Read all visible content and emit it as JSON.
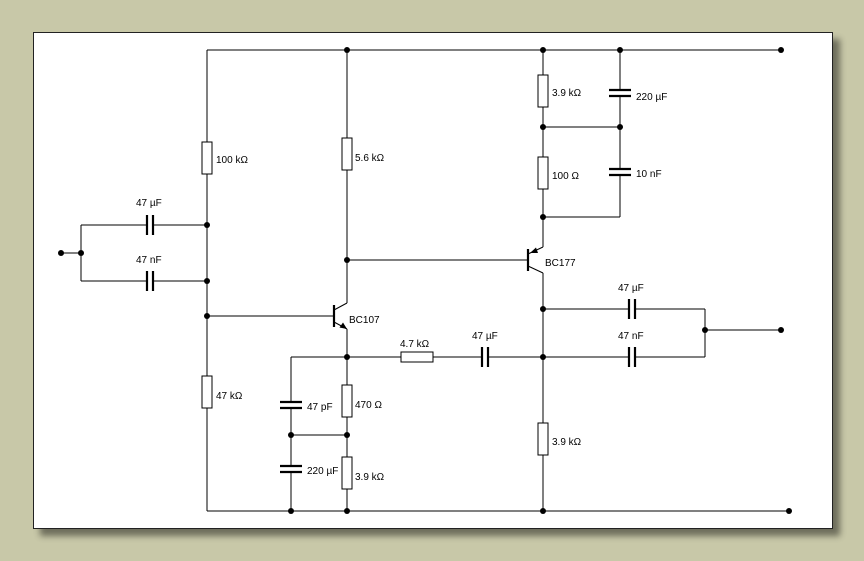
{
  "colors": {
    "background": "#c8c8a8",
    "canvas": "#ffffff",
    "ink": "#000000"
  },
  "labels": {
    "r_bias_top": "100 kΩ",
    "r_bias_bot": "47 kΩ",
    "r_collector1": "5.6 kΩ",
    "r_emitter1a": "470 Ω",
    "r_emitter1b": "3.9 kΩ",
    "r_feedback": "4.7 kΩ",
    "r_top2": "3.9 kΩ",
    "r_mid2": "100 Ω",
    "r_emitter2": "3.9 kΩ",
    "c_in1": "47 µF",
    "c_in2": "47 nF",
    "c_e1a": "47 pF",
    "c_e1b": "220 µF",
    "c_fb": "47 µF",
    "c_top2a": "220 µF",
    "c_top2b": "10 nF",
    "c_out1": "47 µF",
    "c_out2": "47 nF",
    "q1": "BC107",
    "q2": "BC177"
  }
}
